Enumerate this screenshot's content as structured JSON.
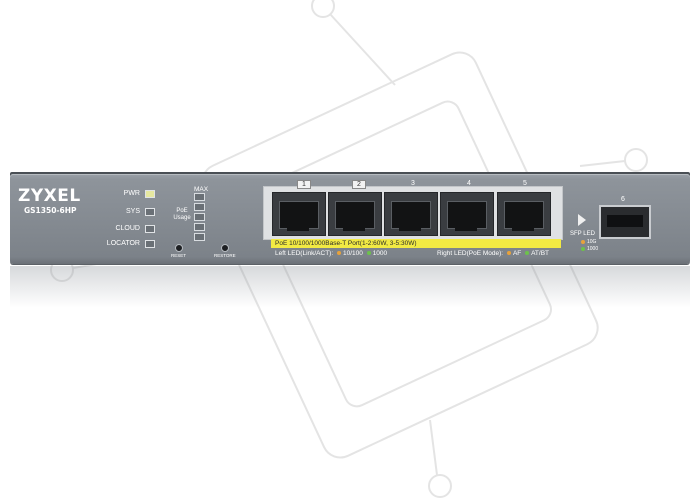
{
  "device": {
    "brand": "ZYXEL",
    "model": "GS1350-6HP",
    "leds": {
      "pwr": "PWR",
      "sys": "SYS",
      "cloud": "CLOUD",
      "locator": "LOCATOR"
    },
    "poe_usage": {
      "max_label": "MAX",
      "label": "PoE Usage"
    },
    "buttons": {
      "reset": "RESET",
      "restore": "RESTORE"
    },
    "ports": [
      {
        "number": "1"
      },
      {
        "number": "2"
      },
      {
        "number": "3"
      },
      {
        "number": "4"
      },
      {
        "number": "5"
      }
    ],
    "port_strip_label": "PoE 10/100/1000Base-T Port(1-2:60W, 3-5:30W)",
    "left_led_label": "Left LED(Link/ACT):",
    "left_led_speed_1": "10/100",
    "left_led_speed_2": "1000",
    "right_led_label": "Right LED(PoE Mode):",
    "right_led_mode_1": "AF",
    "right_led_mode_2": "AT/BT",
    "sfp": {
      "number": "6",
      "led_label": "SFP LED",
      "speed_1": "10G",
      "speed_2": "1000"
    },
    "colors": {
      "chassis": "#858b92",
      "strip": "#f2ea43",
      "led_amber": "#e8a23a",
      "led_green": "#6cc24a"
    }
  }
}
